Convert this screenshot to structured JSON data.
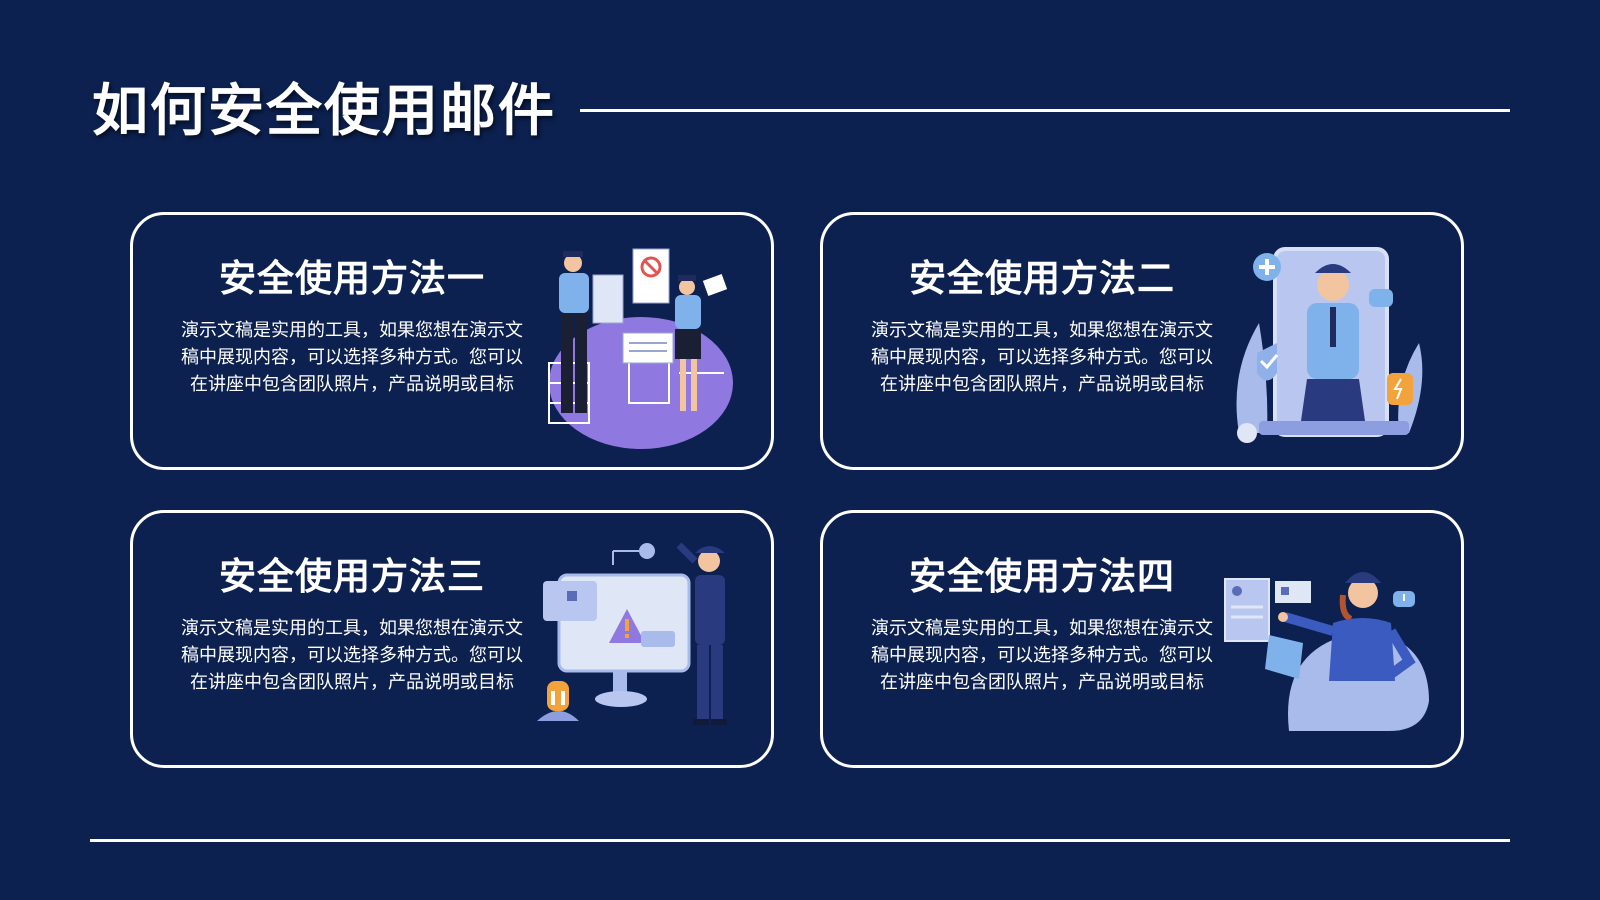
{
  "page": {
    "title": "如何安全使用邮件",
    "background_color": "#0c2150",
    "accent_color": "#ffffff"
  },
  "cards": [
    {
      "heading": "安全使用方法一",
      "body": "演示文稿是实用的工具，如果您想在演示文稿中展现内容，可以选择多种方式。您可以在讲座中包含团队照片，产品说明或目标",
      "illustration": "police-officers-with-documents-illustration"
    },
    {
      "heading": "安全使用方法二",
      "body": "演示文稿是实用的工具，如果您想在演示文稿中展现内容，可以选择多种方式。您可以在讲座中包含团队照片，产品说明或目标",
      "illustration": "police-officer-in-phone-illustration"
    },
    {
      "heading": "安全使用方法三",
      "body": "演示文稿是实用的工具，如果您想在演示文稿中展现内容，可以选择多种方式。您可以在讲座中包含团队照片，产品说明或目标",
      "illustration": "police-officer-saluting-computer-illustration"
    },
    {
      "heading": "安全使用方法四",
      "body": "演示文稿是实用的工具，如果您想在演示文稿中展现内容，可以选择多种方式。您可以在讲座中包含团队照片，产品说明或目标",
      "illustration": "police-officer-presenting-illustration"
    }
  ]
}
